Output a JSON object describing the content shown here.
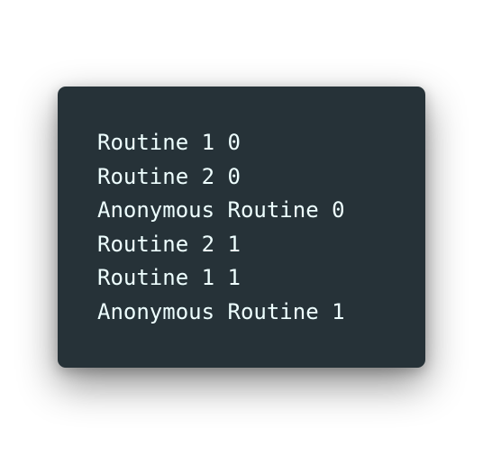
{
  "terminal": {
    "background": "#263238",
    "text_color": "#eeffff",
    "lines": [
      "Routine 1 0",
      "Routine 2 0",
      "Anonymous Routine 0",
      "Routine 2 1",
      "Routine 1 1",
      "Anonymous Routine 1"
    ]
  }
}
